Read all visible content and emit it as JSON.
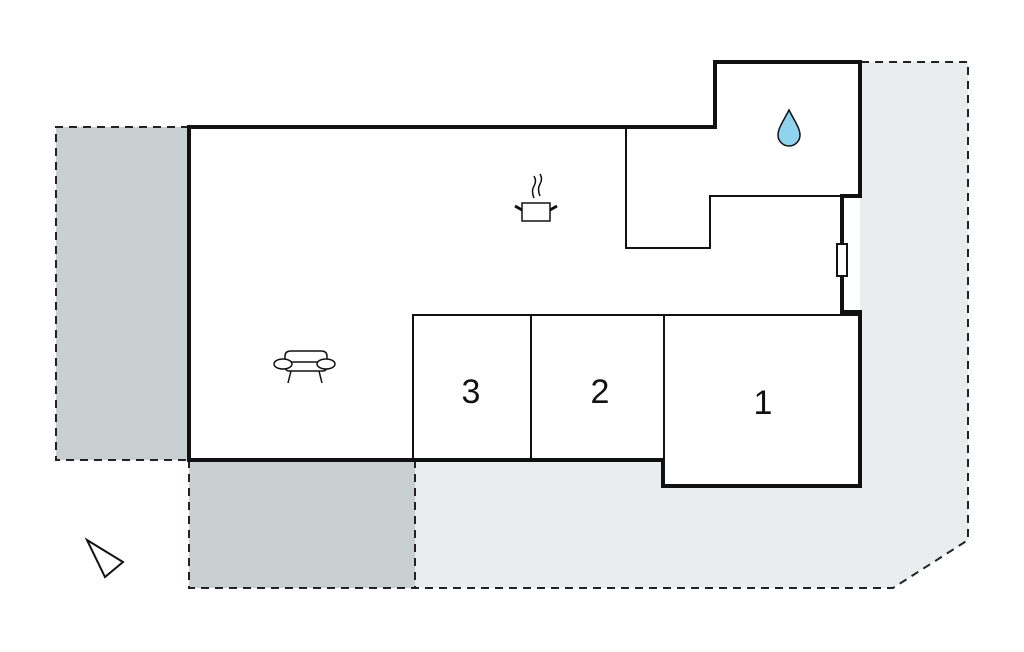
{
  "rooms": [
    {
      "label": "3"
    },
    {
      "label": "2"
    },
    {
      "label": "1"
    }
  ],
  "icons": [
    "kitchen-pot-icon",
    "sofa-icon",
    "water-drop-icon",
    "north-arrow-icon",
    "window-icon"
  ],
  "colors": {
    "wall": "#111111",
    "terrace": "#c9d0d1",
    "garden": "#e9eded",
    "water": "#8fd3ee"
  }
}
